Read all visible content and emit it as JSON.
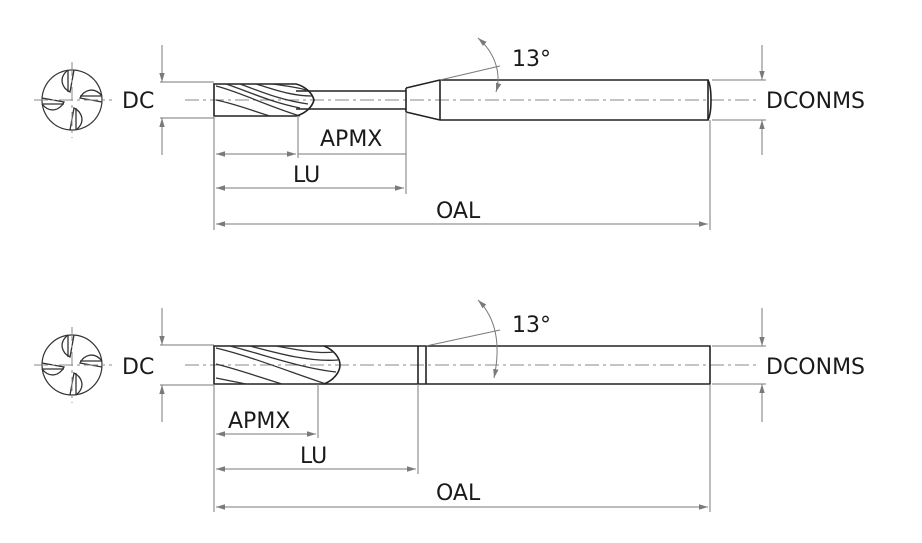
{
  "drawing": {
    "top": {
      "dc": "DC",
      "angle": "13°",
      "dconms": "DCONMS",
      "apmx": "APMX",
      "lu": "LU",
      "oal": "OAL"
    },
    "bottom": {
      "dc": "DC",
      "angle": "13°",
      "dconms": "DCONMS",
      "apmx": "APMX",
      "lu": "LU",
      "oal": "OAL"
    }
  }
}
